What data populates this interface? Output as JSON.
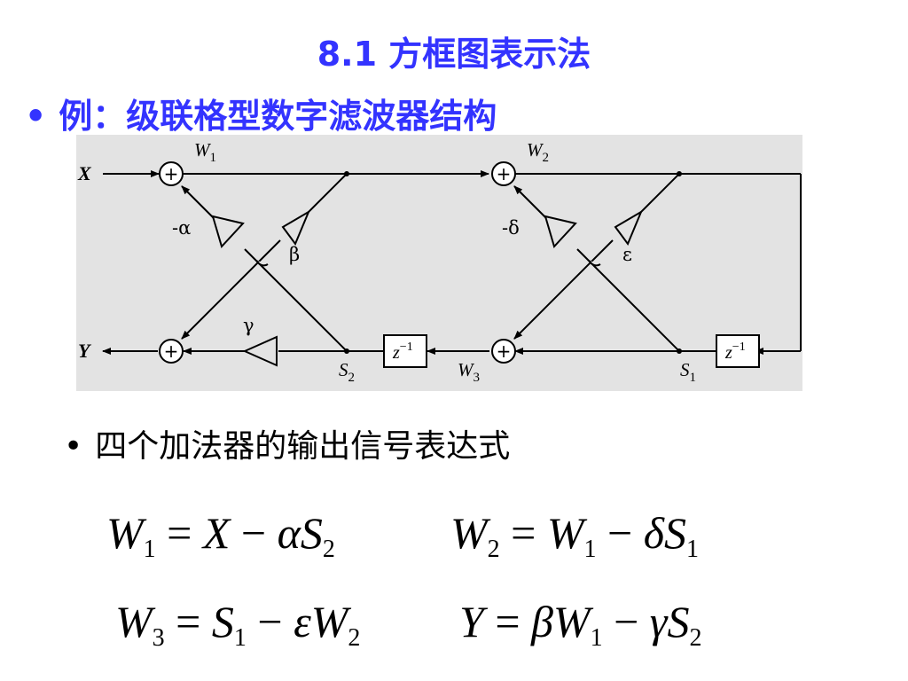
{
  "slide": {
    "title": "8.1  方框图表示法",
    "bullet1": "例：级联格型数字滤波器结构",
    "bullet2": "四个加法器的输出信号表达式",
    "bullet_symbol": "•"
  },
  "diagram": {
    "input_label": "X",
    "output_label": "Y",
    "node_w1": "W",
    "node_w1_sub": "1",
    "node_w2": "W",
    "node_w2_sub": "2",
    "node_w3": "W",
    "node_w3_sub": "3",
    "node_s1": "S",
    "node_s1_sub": "1",
    "node_s2": "S",
    "node_s2_sub": "2",
    "gain_alpha": "-α",
    "gain_beta": "β",
    "gain_gamma": "γ",
    "gain_delta": "-δ",
    "gain_epsilon": "ε",
    "delay_base": "z",
    "delay_exp": "−1",
    "adder_symbol": "+"
  },
  "equations": {
    "eq1": {
      "lhs": "W",
      "lhs_sub": "1",
      "eq": " = ",
      "a": "X",
      "op": " − ",
      "coef": "α",
      "b": "S",
      "b_sub": "2"
    },
    "eq2": {
      "lhs": "W",
      "lhs_sub": "2",
      "eq": " = ",
      "a": "W",
      "a_sub": "1",
      "op": " − ",
      "coef": "δ",
      "b": "S",
      "b_sub": "1"
    },
    "eq3": {
      "lhs": "W",
      "lhs_sub": "3",
      "eq": " = ",
      "a": "S",
      "a_sub": "1",
      "op": " − ",
      "coef": "ε",
      "b": "W",
      "b_sub": "2"
    },
    "eq4": {
      "lhs": "Y",
      "eq": " = ",
      "coef1": "β",
      "a": "W",
      "a_sub": "1",
      "op": " − ",
      "coef": "γ",
      "b": "S",
      "b_sub": "2"
    }
  }
}
